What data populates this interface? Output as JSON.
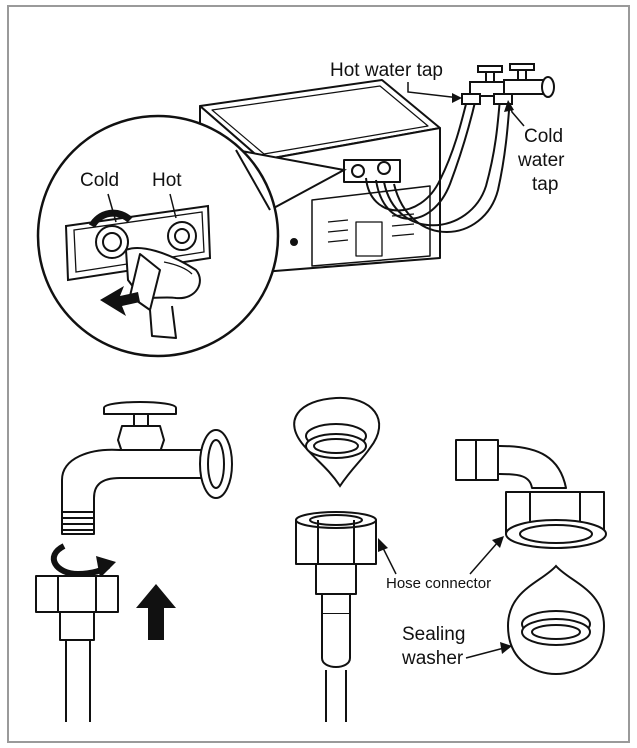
{
  "labels": {
    "hot_water_tap": "Hot water tap",
    "cold_water_tap_line1": "Cold",
    "cold_water_tap_line2": "water",
    "cold_water_tap_line3": "tap",
    "inset_cold": "Cold",
    "inset_hot": "Hot",
    "hose_connector": "Hose connector",
    "sealing_washer_line1": "Sealing",
    "sealing_washer_line2": "washer"
  },
  "colors": {
    "ink": "#111111",
    "frame": "#9a9a9a",
    "background": "#ffffff",
    "shade": "#d9d9d9"
  },
  "icons": {
    "direction_arrow": "arrow-up-icon",
    "rotation_arrow": "rotate-arrow-icon"
  }
}
